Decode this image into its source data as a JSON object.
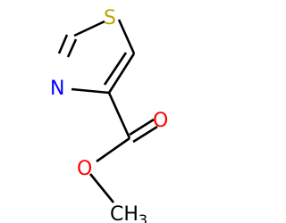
{
  "molecule": {
    "atoms": {
      "sulfur": {
        "symbol": "S",
        "color": "#b8a800"
      },
      "nitrogen": {
        "symbol": "N",
        "color": "#0000ff"
      },
      "carbonyl_oxygen": {
        "symbol": "O",
        "color": "#ff0000"
      },
      "ester_oxygen": {
        "symbol": "O",
        "color": "#ff0000"
      },
      "methyl": {
        "symbol": "CH",
        "subscript": "3",
        "color": "#000000"
      }
    },
    "bond_color": "#000000"
  }
}
